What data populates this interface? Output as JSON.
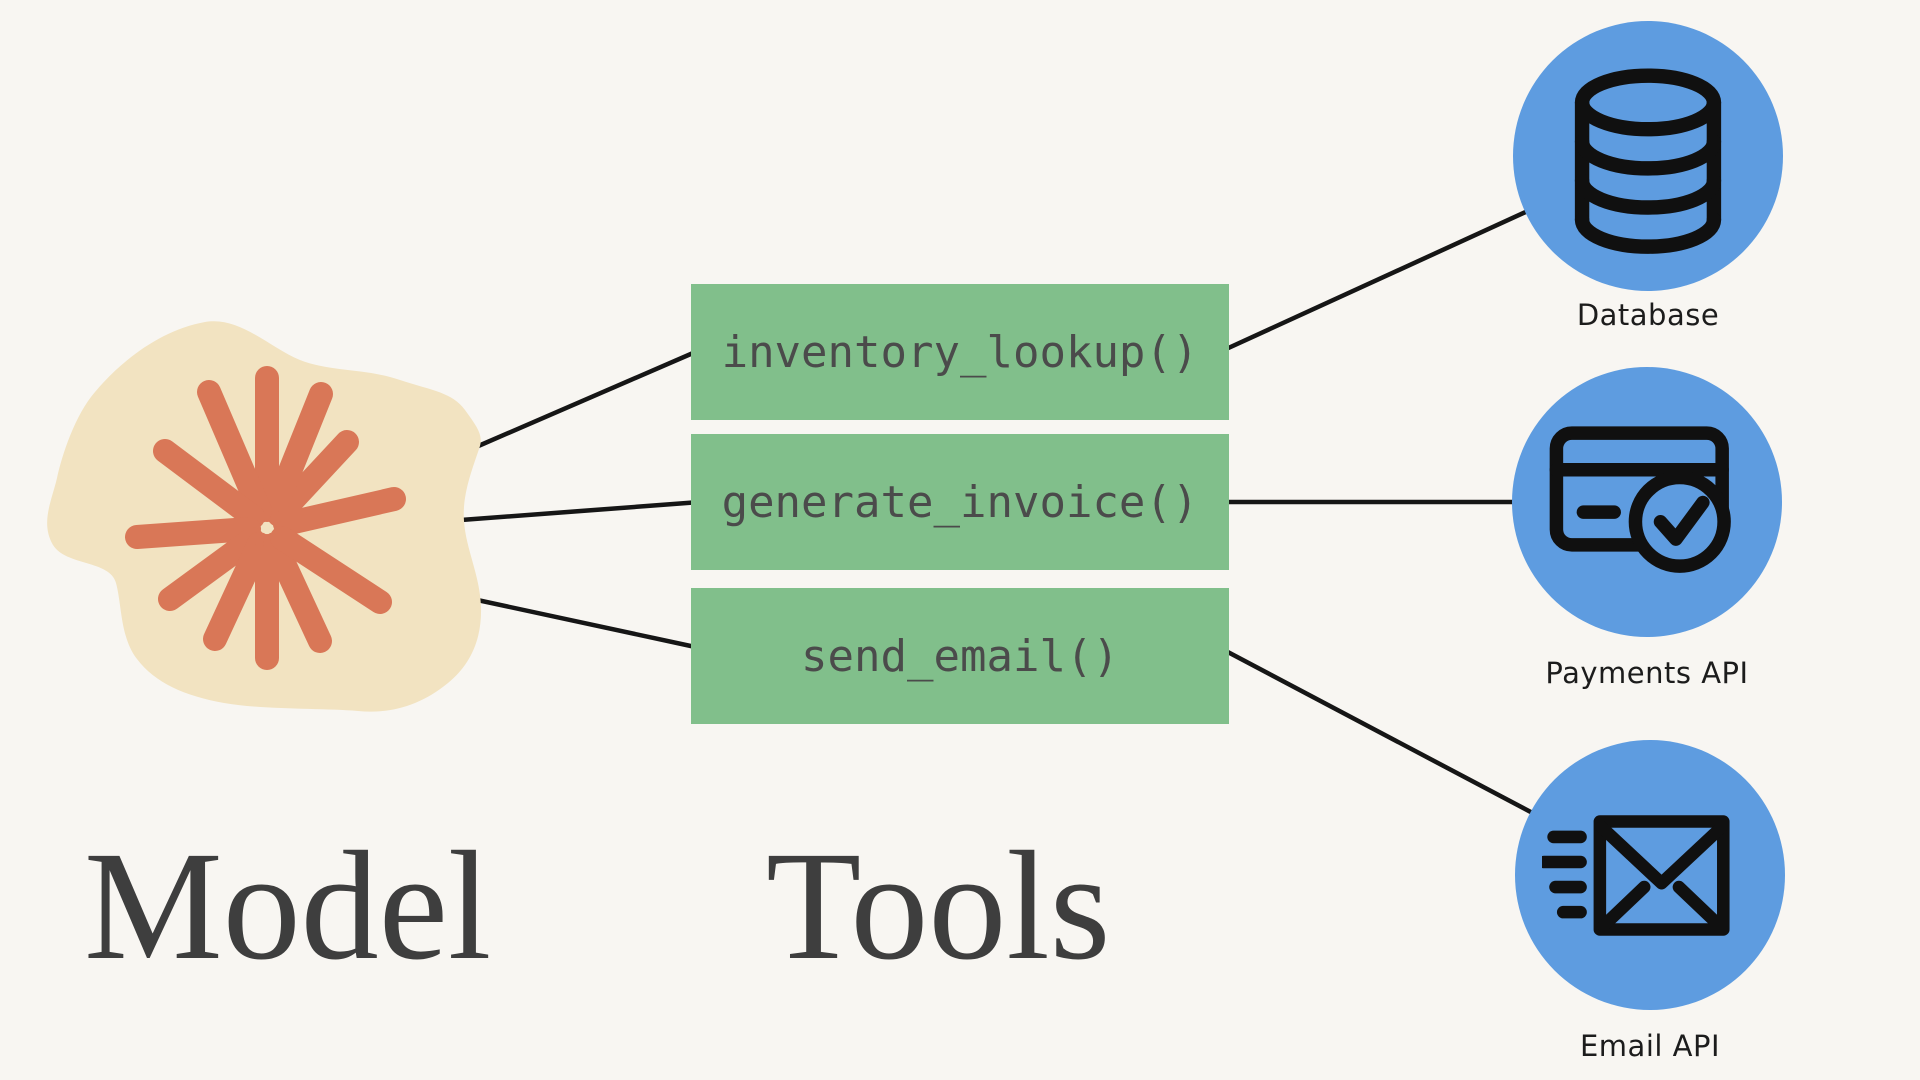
{
  "model": {
    "title": "Model",
    "blob_color": "#f2e3c1",
    "star_color": "#d97757",
    "icon": "claude-starburst-icon"
  },
  "tools": {
    "title": "Tools",
    "box_color": "#81bf8b",
    "text_color": "#4b4b4b",
    "items": [
      {
        "label": "inventory_lookup()"
      },
      {
        "label": "generate_invoice()"
      },
      {
        "label": "send_email()"
      }
    ]
  },
  "apis": {
    "circle_color": "#5e9ce0",
    "icon_stroke_color": "#101010",
    "items": [
      {
        "label": "Database",
        "icon": "database-icon"
      },
      {
        "label": "Payments API",
        "icon": "credit-card-check-icon"
      },
      {
        "label": "Email API",
        "icon": "email-send-icon"
      }
    ]
  },
  "connectors": {
    "color": "#161616"
  },
  "background_color": "#f8f6f2"
}
